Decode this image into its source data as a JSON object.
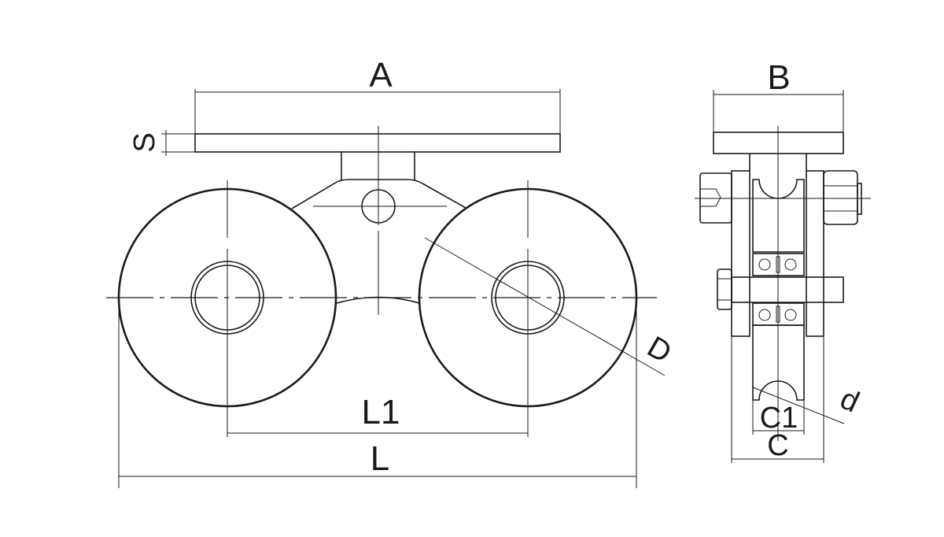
{
  "diagram": {
    "front_view": {
      "labels": {
        "A": "A",
        "S": "S",
        "D": "D",
        "L1": "L1",
        "L": "L"
      }
    },
    "side_view": {
      "labels": {
        "B": "B",
        "d": "d",
        "C1": "C1",
        "C": "C"
      }
    }
  },
  "colors": {
    "line": "#1a1a1a",
    "background": "#ffffff"
  }
}
